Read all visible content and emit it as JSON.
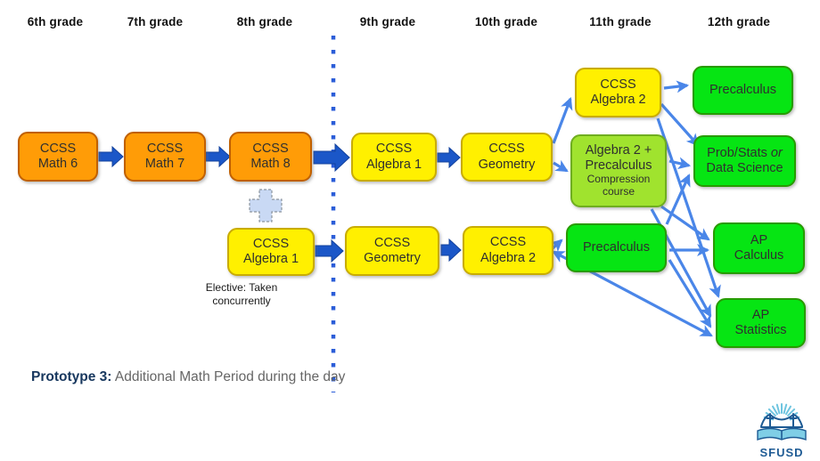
{
  "diagram": {
    "grade_headers": [
      "6th grade",
      "7th grade",
      "8th grade",
      "9th grade",
      "10th grade",
      "11th grade",
      "12th grade"
    ],
    "nodes": {
      "math6": {
        "line1": "CCSS",
        "line2": "Math 6"
      },
      "math7": {
        "line1": "CCSS",
        "line2": "Math 7"
      },
      "math8": {
        "line1": "CCSS",
        "line2": "Math 8"
      },
      "alg1_9": {
        "line1": "CCSS",
        "line2": "Algebra 1"
      },
      "geom_10": {
        "line1": "CCSS",
        "line2": "Geometry"
      },
      "alg2_11": {
        "line1": "CCSS",
        "line2": "Algebra 2"
      },
      "precalc_12": {
        "line1": "Precalculus"
      },
      "compression_11": {
        "line1": "Algebra 2 +",
        "line2": "Precalculus",
        "line3": "Compression",
        "line4": "course"
      },
      "probstats_12": {
        "line1a": "Prob/Stats",
        "line1b": "or",
        "line2": "Data Science"
      },
      "alg1_8": {
        "line1": "CCSS",
        "line2": "Algebra 1"
      },
      "geom_9": {
        "line1": "CCSS",
        "line2": "Geometry"
      },
      "alg2_10": {
        "line1": "CCSS",
        "line2": "Algebra 2"
      },
      "precalc_11": {
        "line1": "Precalculus"
      },
      "apcalc_12": {
        "line1": "AP",
        "line2": "Calculus"
      },
      "apstats_12": {
        "line1": "AP",
        "line2": "Statistics"
      }
    },
    "notes": {
      "elective_line1": "Elective: Taken",
      "elective_line2": "concurrently"
    },
    "caption": {
      "prefix": "Prototype 3:",
      "text": " Additional Math Period during the day"
    },
    "logo": {
      "label": "SFUSD"
    },
    "colors": {
      "orange_node": "#FF9C07",
      "yellow_node": "#FFF000",
      "yellow_green_node": "#A0E32E",
      "green_node": "#06E513",
      "thin_arrow": "#4a86e8",
      "thick_arrow": "#1b57c8",
      "dotted_divider": "#2b5dd8",
      "caption_prefix": "#17375E",
      "caption_text": "#666666",
      "plus_icon": "#c9d9f4"
    }
  }
}
